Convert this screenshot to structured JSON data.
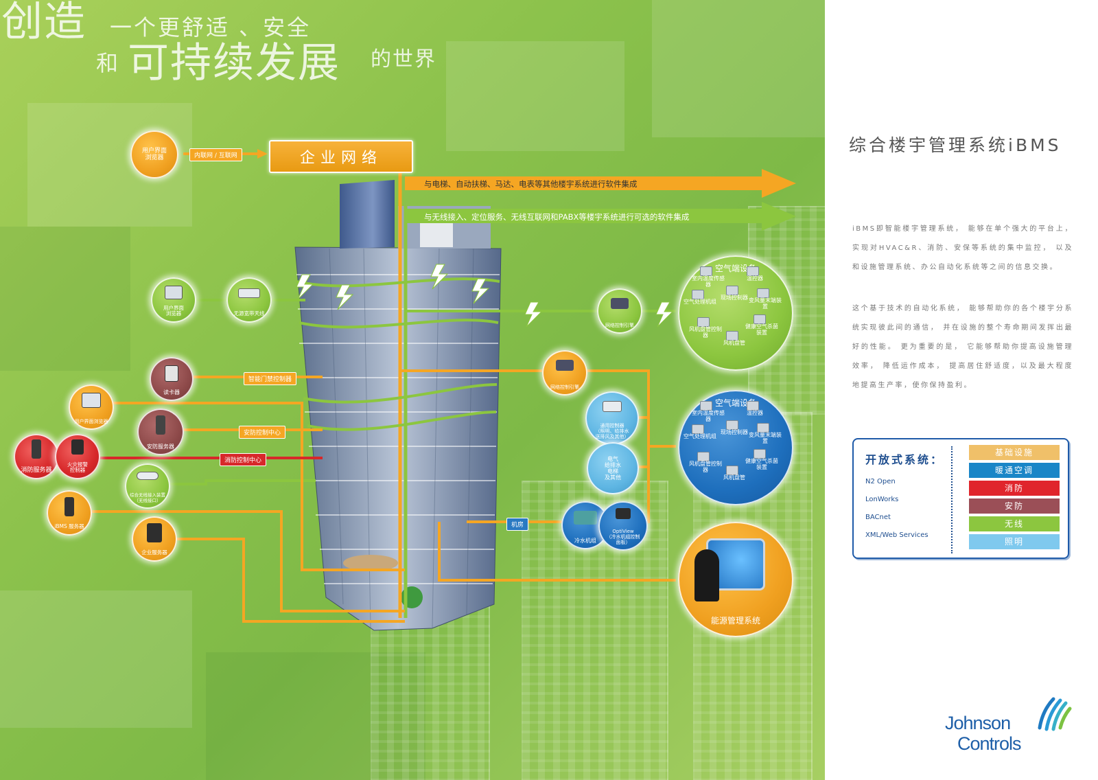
{
  "headline": {
    "line1_big": "创造",
    "line1_rest": "一个更舒适 、安全",
    "line2_small": "和",
    "line2_big": "可持续发展",
    "line2_tail": "的世界"
  },
  "diagram": {
    "enterprise_network": "企业网络",
    "top_node": "用户界面\n浏览器",
    "intranet_tag": "内联网 / 互联网",
    "arrow1": "与电梯、自动扶梯、马达、电表等其他楼宇系统进行软件集成",
    "arrow2": "与无线接入、定位服务、无线互联网和PABX等楼宇系统进行可选的软件集成",
    "left_nodes": {
      "browser_green": "用户界面\n浏览器",
      "wireless_ap": "无源宽带天线",
      "card_reader": "读卡器",
      "door_ctrl_tag": "智能门禁控制器",
      "user_browser_orange": "用户界面浏览器",
      "security_server": "安防服务器",
      "security_center_tag": "安防控制中心",
      "fire_server": "消防服务器",
      "fire_panel": "火灾报警\n控制器",
      "fire_center_tag": "消防控制中心",
      "wireless_access": "综合无线接入装置\n（无线接口）",
      "ibms_server": "iBMS 服务器",
      "enterprise_server": "企业服务器"
    },
    "right_nodes": {
      "net_ctrl_1": "网络控制引擎",
      "net_ctrl_2": "网络控制引擎",
      "generic_ctrl": "通用控制器\n（照明、给排水\n送排风及其他）",
      "electrical": "电气\n给排水\n电梯\n及其他",
      "plant_tag": "机房",
      "chiller": "冷水机组",
      "optiview": "OptiView\n（冷水机组控制\n面板）",
      "energy": "能源管理系统"
    },
    "air_terminal_title": "空气端设备",
    "air_terminal_title_2": "空气端设备",
    "air_items_green": [
      "室内温度传感器",
      "温控器",
      "空气处理机组",
      "现场控制器",
      "变风量末端装置",
      "风机盘管控制器",
      "健康空气杀菌装置",
      "风机盘管"
    ],
    "air_items_blue": [
      "室内温度传感器",
      "温控器",
      "空气处理机组",
      "现场控制器",
      "变风量末端装置",
      "风机盘管控制器",
      "健康空气杀菌装置",
      "风机盘管"
    ]
  },
  "sidebar": {
    "title": "综合楼宇管理系统iBMS",
    "para1": "iBMS即智能楼宇管理系统， 能够在单个强大的平台上，实现对HVAC&R、消防、安保等系统的集中监控， 以及和设施管理系统、办公自动化系统等之间的信息交换。",
    "para2": "这个基于技术的自动化系统， 能够帮助你的各个楼宇分系统实现彼此间的通信， 并在设施的整个寿命期间发挥出最好的性能。 更为重要的是， 它能够帮助你提高设施管理效率， 降低运作成本， 提高居住舒适度，以及最大程度地提高生产率，使你保持盈利。"
  },
  "legend": {
    "title": "开放式系统：",
    "protocols": [
      "N2 Open",
      "LonWorks",
      "BACnet",
      "XML/Web Services"
    ],
    "swatches": [
      {
        "label": "基础设施",
        "color": "#f0c069"
      },
      {
        "label": "暖通空调",
        "color": "#1a86c7"
      },
      {
        "label": "消防",
        "color": "#e0252c"
      },
      {
        "label": "安防",
        "color": "#9b4f57"
      },
      {
        "label": "无线",
        "color": "#8cc63f"
      },
      {
        "label": "照明",
        "color": "#7fc9ee"
      }
    ]
  },
  "logo": {
    "line1": "Johnson",
    "line2": "Controls"
  },
  "colors": {
    "orange": "#f5a623",
    "green": "#8cc63f",
    "blue": "#1e6fbd",
    "red": "#d7282a",
    "brand": "#1e5fa8"
  }
}
